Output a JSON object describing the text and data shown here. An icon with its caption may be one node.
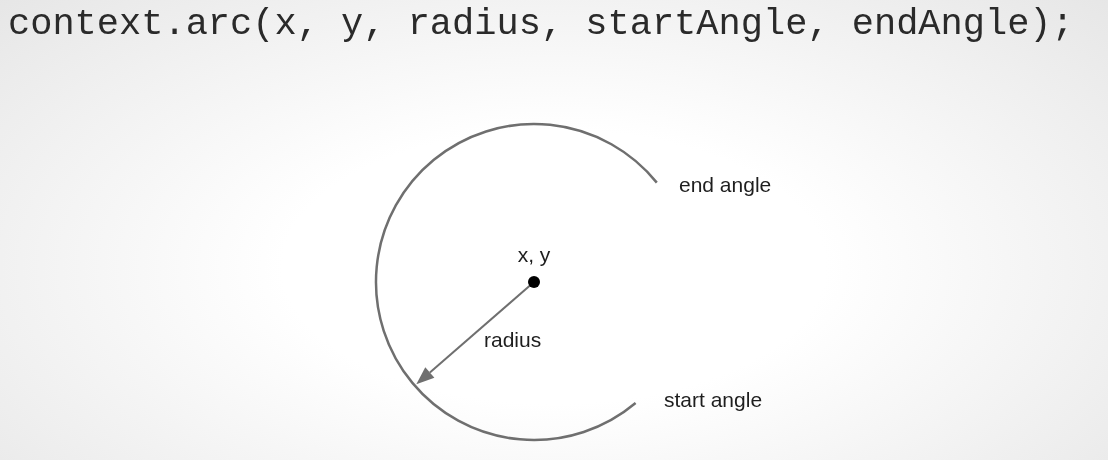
{
  "diagram": {
    "title": "context.arc(x, y, radius, startAngle, endAngle);",
    "labels": [
      "end angle",
      "x, y",
      "radius",
      "start angle"
    ]
  }
}
